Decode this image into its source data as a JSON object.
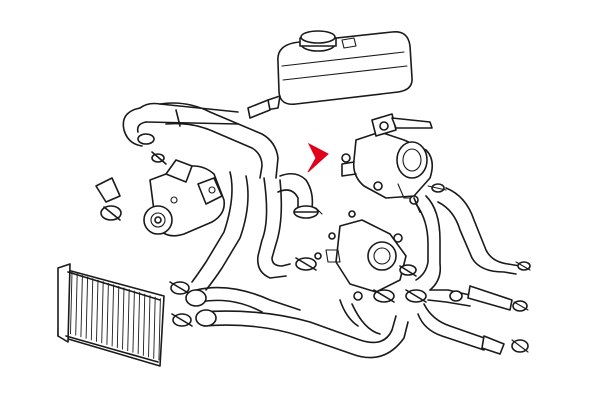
{
  "diagram": {
    "colors": {
      "background": "#ffffff",
      "line": "#1a1a1a",
      "pointer": "#e0001b"
    },
    "parts": [
      {
        "id": "expansion-tank",
        "icon": "coolant-expansion-tank"
      },
      {
        "id": "water-pump",
        "icon": "water-pump"
      },
      {
        "id": "thermostat-housing",
        "icon": "thermostat-housing"
      },
      {
        "id": "coolant-flange",
        "icon": "coolant-outlet-flange"
      },
      {
        "id": "radiator",
        "icon": "radiator-core"
      },
      {
        "id": "hoses",
        "icon": "coolant-hose-set"
      },
      {
        "id": "clamps",
        "icon": "hose-clamp"
      }
    ],
    "highlight": {
      "icon": "red-arrow-pointer"
    }
  }
}
